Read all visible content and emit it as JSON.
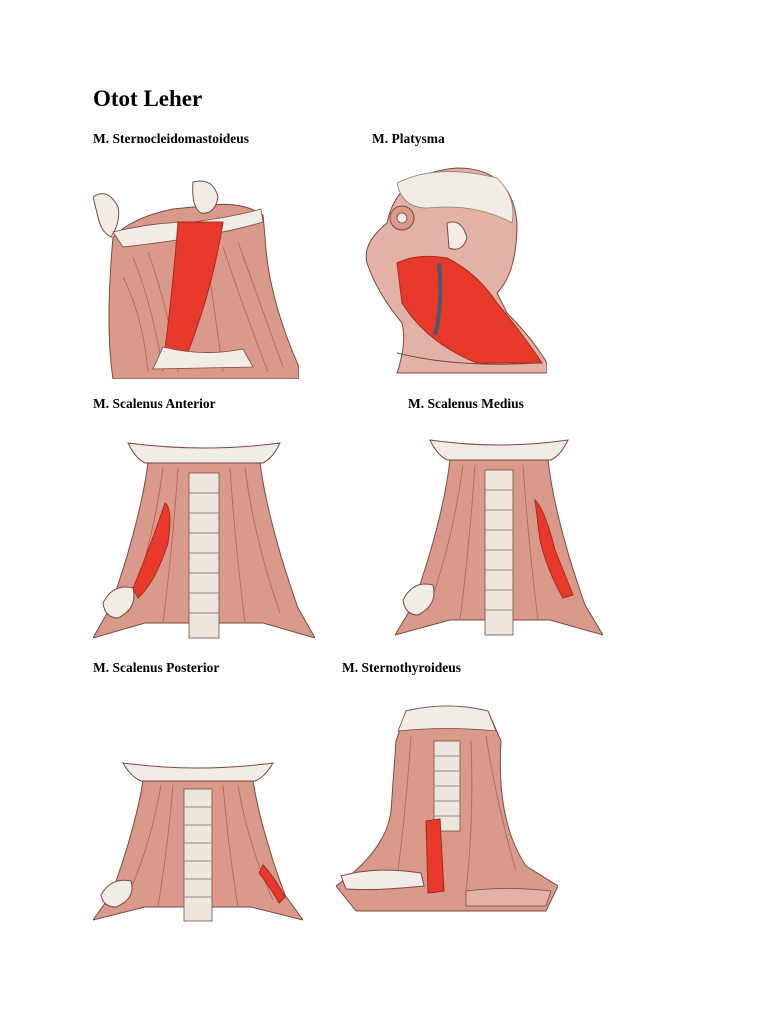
{
  "document": {
    "title": "Otot Leher",
    "figures": [
      {
        "caption": "M. Sternocleidomastoideus",
        "illustration": "side-neck-sternocleidomastoid"
      },
      {
        "caption": "M. Platysma",
        "illustration": "head-neck-platysma"
      },
      {
        "caption": "M. Scalenus Anterior",
        "illustration": "posterior-neck-scalenus-anterior"
      },
      {
        "caption": "M. Scalenus Medius",
        "illustration": "posterior-neck-scalenus-medius"
      },
      {
        "caption": "M. Scalenus Posterior",
        "illustration": "posterior-neck-scalenus-posterior"
      },
      {
        "caption": "M. Sternothyroideus",
        "illustration": "anterior-neck-sternothyroid"
      }
    ]
  },
  "colors": {
    "highlight_muscle": "#e8392a",
    "muscle_base": "#d99a8c",
    "muscle_shade": "#b86a5c",
    "bone": "#f1ece6",
    "outline": "#7a4a42"
  }
}
